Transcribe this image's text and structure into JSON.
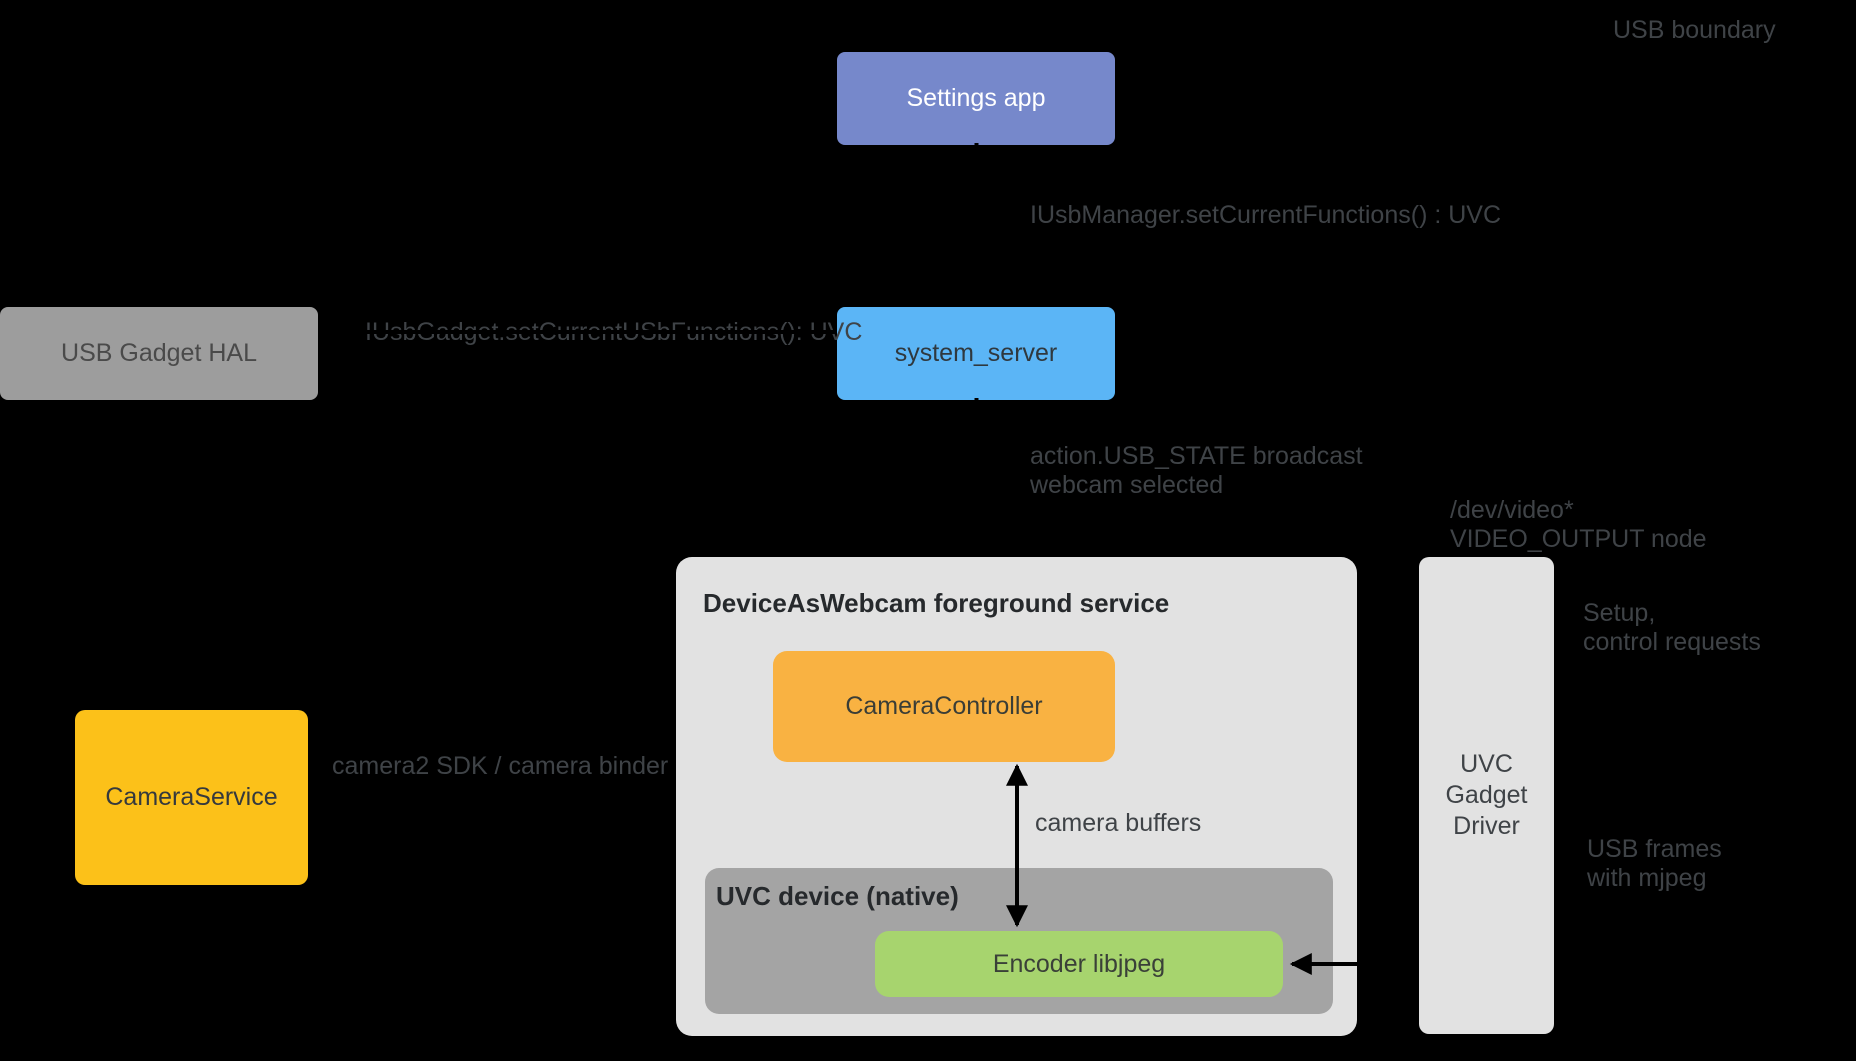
{
  "nodes": {
    "settings_app": {
      "label": "Settings app"
    },
    "system_server": {
      "label": "system_server"
    },
    "usb_gadget_hal": {
      "label": "USB Gadget HAL"
    },
    "camera_service": {
      "label": "CameraService"
    },
    "daw_container": {
      "label": "DeviceAsWebcam foreground service"
    },
    "camera_controller": {
      "label": "CameraController"
    },
    "uvc_device": {
      "label": "UVC device (native)"
    },
    "encoder": {
      "label": "Encoder libjpeg"
    },
    "uvc_gadget_driver": {
      "label": "UVC\nGadget\nDriver"
    }
  },
  "annotations": {
    "usb_boundary": "USB boundary",
    "iusbmanager": "IUsbManager.setCurrentFunctions() : UVC",
    "iusbgadget": "IUsbGadget.setCurrentUSbFunctions(): UVC",
    "usb_state": "action.USB_STATE broadcast\nwebcam selected",
    "dev_video": "/dev/video*\nVIDEO_OUTPUT node",
    "setup": "Setup,\ncontrol requests",
    "camera2_sdk": "camera2 SDK / camera binder",
    "camera_buffers": "camera buffers",
    "usb_frames": "USB frames\nwith mjpeg"
  },
  "colors": {
    "background": "#000000",
    "settings_app": "#7688CB",
    "system_server": "#5BB5F6",
    "usb_gadget_hal": "#9D9D9D",
    "camera_service": "#FCC119",
    "camera_controller": "#F9B242",
    "encoder": "#A7D46E",
    "container_light": "#E2E2E2",
    "uvc_device": "#A4A4A4",
    "annotation_text": "#3F4347",
    "arrow": "#000000"
  }
}
